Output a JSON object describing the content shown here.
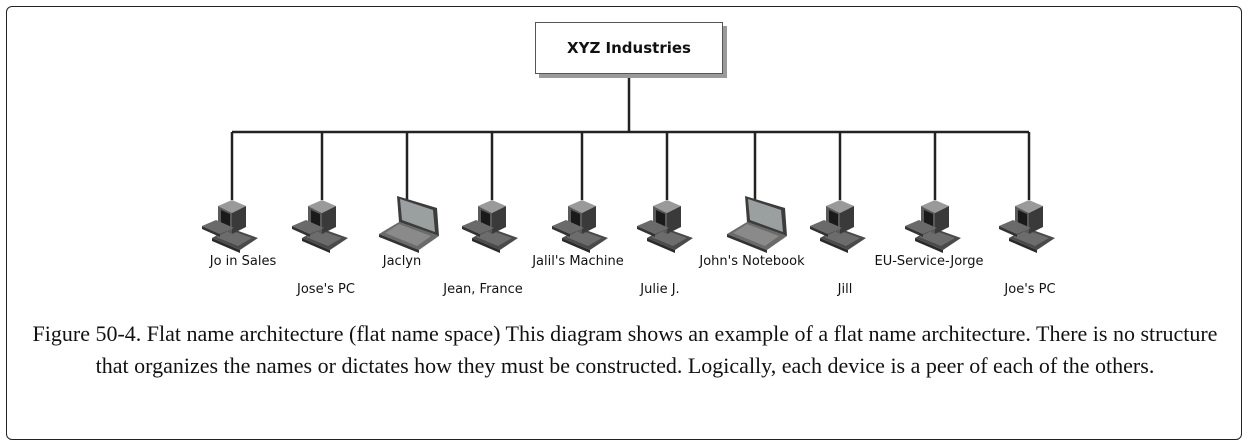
{
  "root": {
    "label": "XYZ Industries"
  },
  "devices": [
    {
      "label": "Jo in Sales",
      "icon": "desktop-computer-icon"
    },
    {
      "label": "Jose's PC",
      "icon": "desktop-computer-icon"
    },
    {
      "label": "Jaclyn",
      "icon": "laptop-icon"
    },
    {
      "label": "Jean, France",
      "icon": "desktop-computer-icon"
    },
    {
      "label": "Jalil's Machine",
      "icon": "desktop-computer-icon"
    },
    {
      "label": "Julie J.",
      "icon": "desktop-computer-icon"
    },
    {
      "label": "John's Notebook",
      "icon": "laptop-icon"
    },
    {
      "label": "Jill",
      "icon": "desktop-computer-icon"
    },
    {
      "label": "EU-Service-Jorge",
      "icon": "desktop-computer-icon"
    },
    {
      "label": "Joe's PC",
      "icon": "desktop-computer-icon"
    }
  ],
  "caption": "Figure 50-4. Flat name architecture (flat name space) This diagram shows an example of a flat name architecture. There is no structure that organizes the names or dictates how they must be constructed. Logically, each device is a peer of each of the others."
}
